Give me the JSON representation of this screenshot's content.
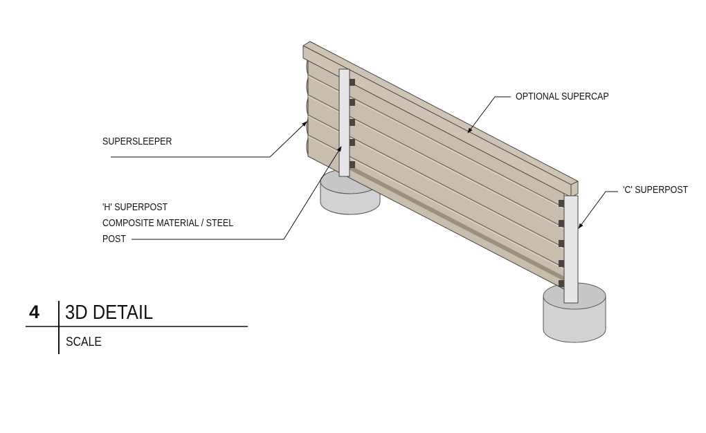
{
  "labels": {
    "supersleeper": "SUPERSLEEPER",
    "h_superpost": [
      "'H' SUPERPOST",
      "COMPOSITE MATERIAL / STEEL",
      "POST"
    ],
    "optional_supercap": "OPTIONAL SUPERCAP",
    "c_superpost": "'C' SUPERPOST"
  },
  "title_block": {
    "number": "4",
    "title": "3D DETAIL",
    "scale_label": "SCALE"
  },
  "colors": {
    "timber": "#cbbfaf",
    "timber_dark": "#a99c8a",
    "post": "#e4e4e6",
    "concrete": "#d4d4d6",
    "line": "#111111"
  }
}
